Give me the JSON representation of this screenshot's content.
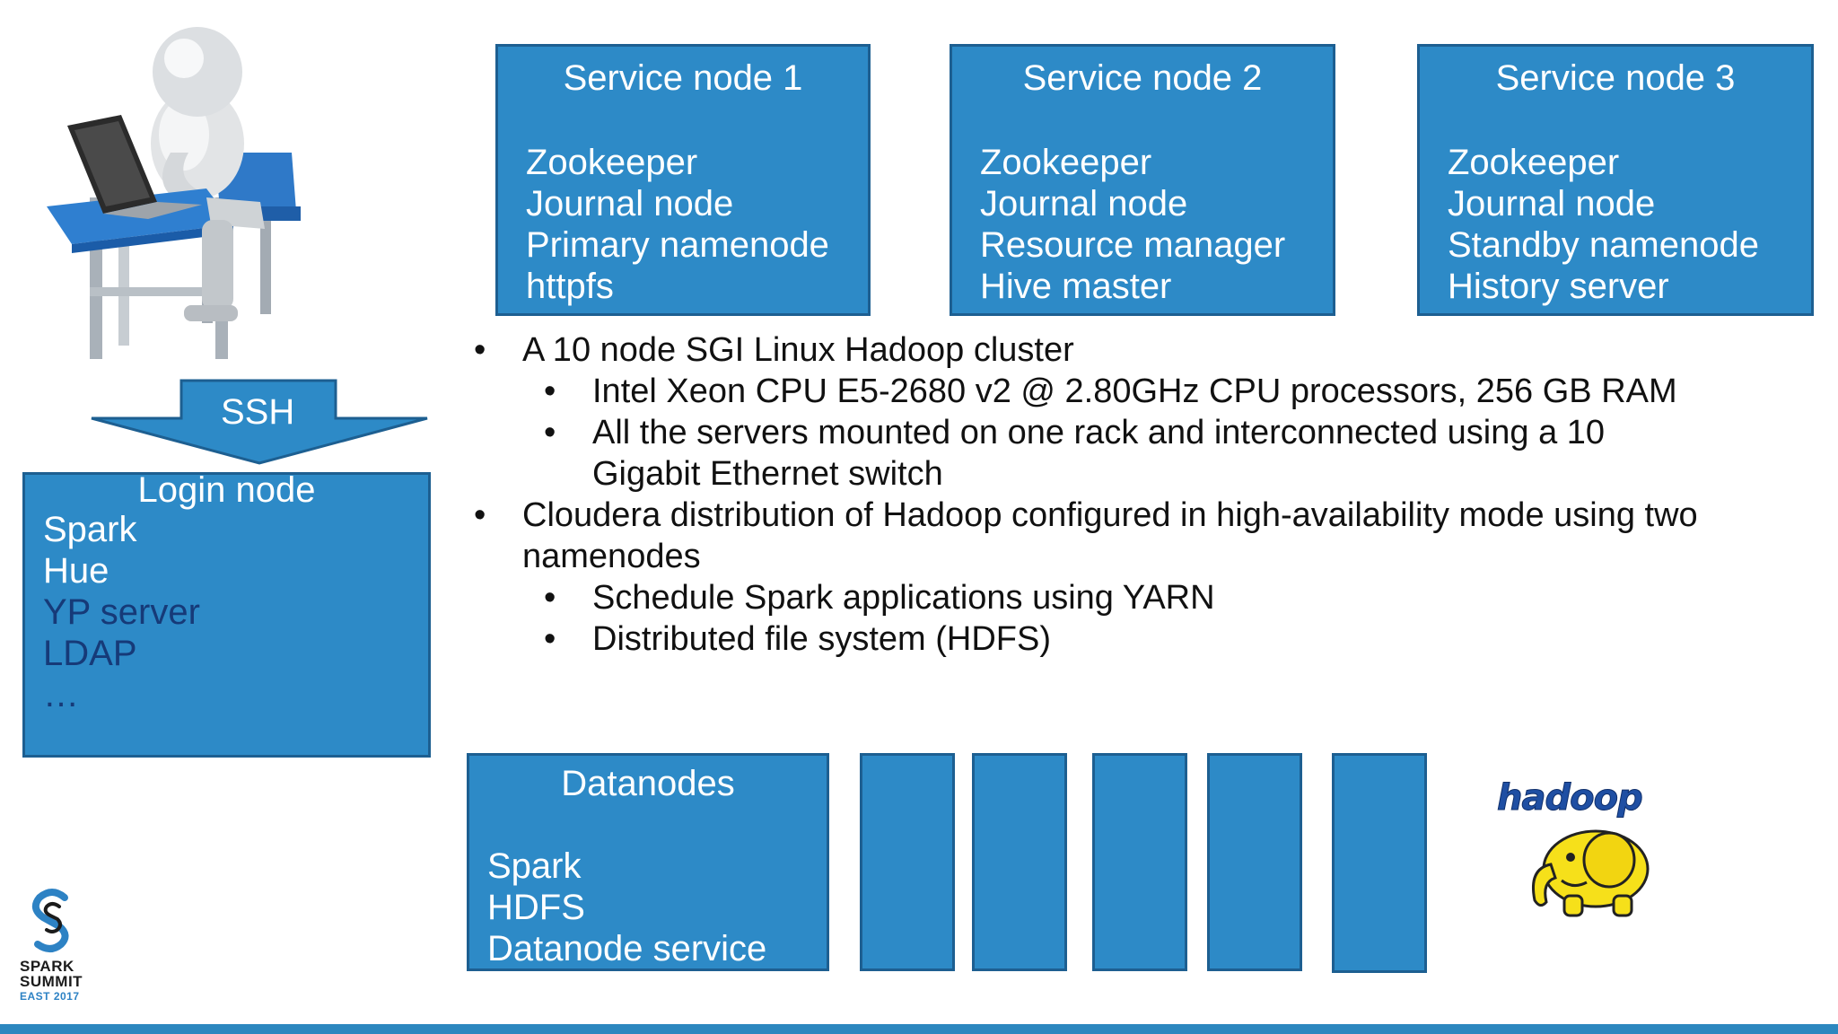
{
  "service_nodes": [
    {
      "title": "Service node 1",
      "lines": [
        "Zookeeper",
        "Journal node",
        "Primary namenode",
        "httpfs"
      ]
    },
    {
      "title": "Service node 2",
      "lines": [
        "Zookeeper",
        "Journal node",
        "Resource manager",
        "Hive master"
      ]
    },
    {
      "title": "Service node 3",
      "lines": [
        "Zookeeper",
        "Journal node",
        "Standby namenode",
        "History server"
      ]
    }
  ],
  "ssh_label": "SSH",
  "login_node": {
    "title": "Login node",
    "lines": [
      "Spark",
      "Hue",
      "YP server",
      "LDAP",
      "…"
    ]
  },
  "bullets": {
    "b1": "A 10 node SGI Linux Hadoop cluster",
    "b1_sub1": "Intel Xeon CPU E5-2680 v2 @ 2.80GHz CPU processors, 256 GB RAM",
    "b1_sub2a": "All the servers mounted on one rack and interconnected using a 10",
    "b1_sub2b": "Gigabit Ethernet switch",
    "b2a": "Cloudera distribution of Hadoop configured in high-availability mode using two",
    "b2b": "namenodes",
    "b2_sub1": "Schedule Spark applications using YARN",
    "b2_sub2": "Distributed file system (HDFS)"
  },
  "datanodes": {
    "title": "Datanodes",
    "lines": [
      "Spark",
      "HDFS",
      "Datanode service"
    ]
  },
  "hadoop_logo_text": "hadoop",
  "summit_logo": {
    "line1": "SPARK",
    "line2": "SUMMIT",
    "line3": "EAST 2017"
  },
  "colors": {
    "box_fill": "#2d8ac7",
    "box_border": "#1d5f91",
    "dark_text": "#163a78",
    "bottom_bar": "#2c87bf",
    "elephant": "#f6e01a"
  }
}
